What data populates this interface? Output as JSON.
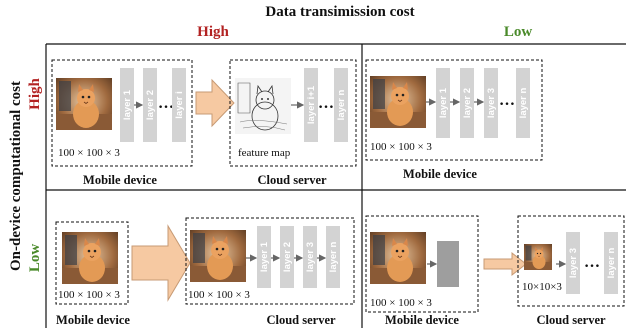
{
  "header": {
    "title": "Data transimission cost",
    "high": "High",
    "low": "Low"
  },
  "side": {
    "title": "On-device computational cost",
    "high": "High",
    "low": "Low"
  },
  "colors": {
    "high": "#b22222",
    "low": "#4a8a2a",
    "layer_bar": "#d3d3d3",
    "big_arrow": "#f6c9a2"
  },
  "labels": {
    "mobile_device": "Mobile device",
    "cloud_server": "Cloud server",
    "feature_map": "feature map",
    "dim_full": "100 × 100 × 3",
    "dim_small": "10×10×3",
    "dots": "…"
  },
  "panels": {
    "tl": {
      "mobile_layers": [
        "layer 1",
        "layer 2",
        "layer i"
      ],
      "cloud_layers": [
        "layer i+1",
        "layer n"
      ]
    },
    "tr": {
      "mobile_layers": [
        "layer 1",
        "layer 2",
        "layer 3",
        "layer n"
      ]
    },
    "bl": {
      "cloud_layers": [
        "layer 1",
        "layer 2",
        "layer 3",
        "layer n"
      ]
    },
    "br": {
      "cloud_layers": [
        "layer 3",
        "layer n"
      ]
    }
  }
}
